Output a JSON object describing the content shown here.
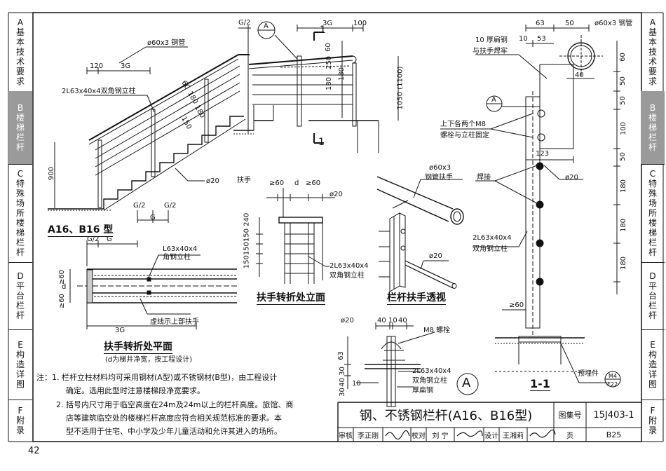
{
  "tabs_left": [
    {
      "letter": "A",
      "text": "基本技术要求"
    },
    {
      "letter": "B",
      "text": "楼梯栏杆"
    },
    {
      "letter": "C",
      "text": "特殊场所楼梯栏杆"
    },
    {
      "letter": "D",
      "text": "平台栏杆"
    },
    {
      "letter": "E",
      "text": "构造详图"
    },
    {
      "letter": "F",
      "text": "附录"
    }
  ],
  "tabs_right": [
    {
      "letter": "A",
      "text": "基本技术要求"
    },
    {
      "letter": "B",
      "text": "楼梯栏杆"
    },
    {
      "letter": "C",
      "text": "特殊场所楼梯栏杆"
    },
    {
      "letter": "D",
      "text": "平台栏杆"
    },
    {
      "letter": "E",
      "text": "构造详图"
    },
    {
      "letter": "F",
      "text": "附录"
    }
  ],
  "drawing1": {
    "caption": "A16、B16 型",
    "labels": {
      "pipe": "ø60x3 钢管",
      "post": "2L63x40x4双角钢立柱",
      "bar": "ø20",
      "d120": "120",
      "d3g": "3G",
      "d900": "900",
      "d60": "60",
      "d180a": "180",
      "d180b": "180",
      "d150": "150",
      "g2a": "G/2",
      "g2b": "G/2",
      "g": "G"
    }
  },
  "drawing2": {
    "labels": {
      "g2": "G/2",
      "d3g": "3G",
      "d100": "100",
      "d60": "60",
      "d250": "250",
      "d180a": "180",
      "d180b": "180",
      "h": "1050 (1100)",
      "sec_top": "1",
      "sec_bot": "1",
      "ref": "A"
    }
  },
  "drawing3": {
    "caption": "扶手转折处平面",
    "sub": "(d为梯井净宽，按工程设计)",
    "labels": {
      "g2": "G/2",
      "g": "G",
      "angle": "L63x40x4",
      "angle2": "角钢立柱",
      "d3g": "3G",
      "dash": "虚线示上部扶手",
      "ge60a": "≥60",
      "ge60b": "≥60",
      "d": "d"
    }
  },
  "drawing4": {
    "caption": "扶手转折处立面",
    "labels": {
      "handrail": "扶手",
      "ge60a": "≥60",
      "d": "d",
      "ge60b": "≥60",
      "bar": "ø20",
      "post": "2L63x40x4",
      "post2": "双角钢立柱",
      "dims": "150150150 240"
    }
  },
  "drawing5": {
    "caption": "栏杆扶手透视",
    "labels": {
      "pipe": "ø60x3",
      "pipe2": "钢管扶手",
      "bar": "ø20"
    }
  },
  "drawing6": {
    "labels": {
      "d63": "63",
      "d50": "50",
      "d10": "10",
      "d53": "53",
      "pipe": "ø60x3 钢管",
      "flat": "10 厚扁钢",
      "flat2": "与扶手焊牢",
      "bolt": "上下各两个M8",
      "bolt2": "螺栓与立柱固定",
      "d123": "123",
      "weld": "焊接",
      "bar": "ø20",
      "post": "2L63x40x4",
      "post2": "双角钢立柱",
      "ge60": "≥60",
      "embed": "预埋件",
      "embed_ref": "M4",
      "embed_ref2": "E22",
      "caption": "1-1",
      "d40": "40",
      "v60": "60",
      "v50a": "50",
      "v50b": "50",
      "v100": "100",
      "v50c": "50",
      "v180a": "180",
      "v180b": "180",
      "v180c": "180",
      "ref": "A"
    }
  },
  "drawing7": {
    "labels": {
      "bar": "ø20",
      "d40a": "40",
      "d10": "10",
      "d40b": "40",
      "bolt": "M8 螺栓",
      "post": "2L63x40x4",
      "post2": "双角钢立柱",
      "flat": "厚扁钢",
      "v63": "63",
      "v30": "30",
      "v40": "40",
      "v30b": "30",
      "d10b": "10",
      "ref": "A"
    }
  },
  "notes": [
    "注：1. 栏杆立柱材料均可采用钢材(A型)或不锈钢材(B型)，由工程设计",
    "确定。选用此型时注意楼梯段净宽要求。",
    "2. 括号内尺寸用于临空高度在24m及24m以上的栏杆高度。旅馆、商",
    "店等建筑临空处的楼梯栏杆高度应符合相关规范标准的要求。本",
    "型不适用于住宅、中小学及少年儿童活动和允许其进入的场所。"
  ],
  "title_block": {
    "title": "钢、不锈钢栏杆(A16、B16型)",
    "atlas_label": "图集号",
    "atlas_no": "15J403-1",
    "review_label": "审核",
    "reviewer": "李正刚",
    "check_label": "校对",
    "checker": "刘 宁",
    "design_label": "设计",
    "designer": "王湘莉",
    "page_label": "页",
    "page_no": "B25"
  },
  "page_number": "42"
}
